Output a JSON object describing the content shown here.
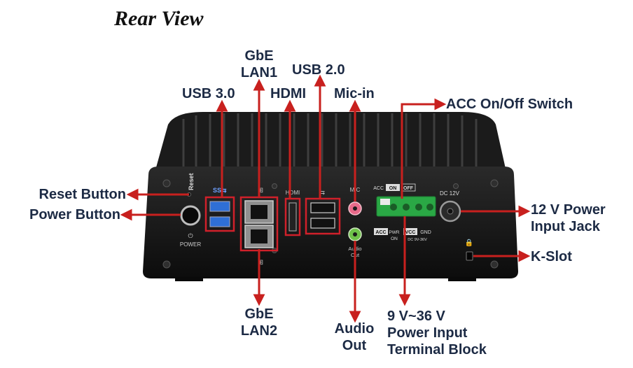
{
  "title": "Rear View",
  "callouts": {
    "usb3": "USB 3.0",
    "gbe_lan1": [
      "GbE",
      "LAN1"
    ],
    "usb2": "USB 2.0",
    "hdmi": "HDMI",
    "mic_in": "Mic-in",
    "acc_switch": "ACC On/Off Switch",
    "reset_button": "Reset Button",
    "power_button": "Power Button",
    "power_input_jack": [
      "12 V Power",
      "Input Jack"
    ],
    "k_slot": "K-Slot",
    "gbe_lan2": [
      "GbE",
      "LAN2"
    ],
    "audio_out": [
      "Audio",
      "Out"
    ],
    "terminal_block": [
      "9 V~36 V",
      "Power Input",
      "Terminal Block"
    ]
  },
  "panel_labels": {
    "reset": "Reset",
    "usb_logo": "SS⇆",
    "hdmi": "HDMI",
    "mic": "MIC",
    "audio_out": [
      "Audio",
      "Out"
    ],
    "power": "POWER",
    "acc": "ACC",
    "on": "ON",
    "off": "OFF",
    "dc": "DC 12V",
    "term_acc": "ACC",
    "term_pwr_on": [
      "PWR",
      "ON"
    ],
    "term_vcc": "VCC",
    "term_gnd": "GND",
    "term_range": "DC 9V-36V"
  },
  "colors": {
    "arrow": "#c8201e",
    "chassis": "#151515",
    "port_highlight": "#d0202a",
    "usb3_blue": "#2f6fd6",
    "terminal_green": "#2aa845",
    "mic_pink": "#e86a8a",
    "audio_green": "#6fc24a"
  }
}
